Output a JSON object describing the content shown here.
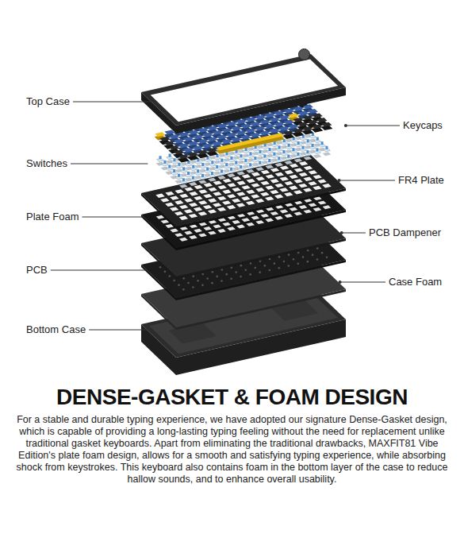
{
  "diagram": {
    "title": "DENSE-GASKET & FOAM DESIGN",
    "caption": "For a stable and durable typing experience, we have adopted our signature Dense-Gasket design, which is capable of providing a long-lasting typing feeling without the need for replacement unlike traditional gasket keyboards. Apart from eliminating the traditional drawbacks, MAXFIT81 Vibe Edition's plate foam design, allows for a smooth and satisfying typing experience, while absorbing shock from keystrokes. This keyboard also contains foam in the bottom layer of the case to reduce hallow sounds, and to enhance overall usability.",
    "labels": [
      "Top Case",
      "Keycaps",
      "Switches",
      "FR4 Plate",
      "Plate Foam",
      "PCB Dampener",
      "PCB",
      "Case Foam",
      "Bottom Case"
    ]
  }
}
